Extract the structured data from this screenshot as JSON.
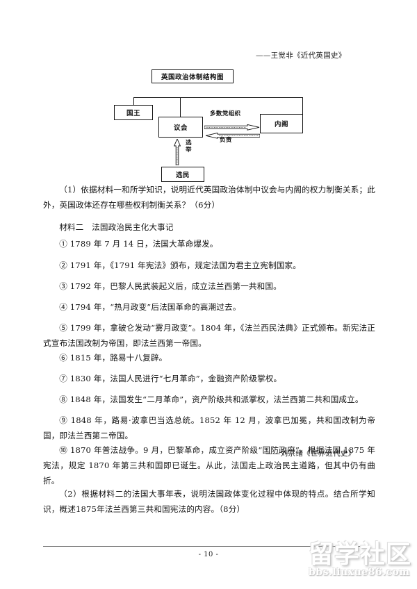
{
  "document": {
    "page_number": "- 10 -",
    "attribution_1": "——王觉非《近代英国史》",
    "attribution_2": "——刘宗绪《世界近代史》"
  },
  "diagram": {
    "title": "英国政治体制结构图",
    "nodes": {
      "king": "国王",
      "parliament": "议会",
      "cabinet": "内阁",
      "voters": "选民"
    },
    "edge_labels": {
      "majority_party": "多数党组织",
      "responsible": "负责",
      "election": "选举"
    }
  },
  "questions": {
    "q1": "（1）依据材料一和所学知识，说明近代英国政治体制中议会与内阁的权力制衡关系；此外，英国政体还存在哪些权利制衡关系？（6分）",
    "q2": "（2）根据材料二的法国大事年表，说明法国政体变化过程中体现的特点。结合所学知识，概述1875年法兰西第三共和国宪法的内容。（8分）"
  },
  "material_two": {
    "heading": "材料二　法国政治民主化大事记",
    "events": [
      "① 1789 年 7 月 14 日，法国大革命爆发。",
      "② 1791 年，《1791 年宪法》颁布，规定法国为君主立宪制国家。",
      "③ 1792 年，巴黎人民武装起义后，成立法兰西第一共和国。",
      "④ 1794 年，“热月政变”后法国革命的高潮过去。",
      "⑤ 1799 年，拿破仑发动“雾月政变”。1804 年，《法兰西民法典》正式颁布。新宪法正式宣布法国改制为帝国，即法兰西第一帝国。",
      "⑥ 1815 年，路易十八复辟。",
      "⑦ 1830 年，法国人民进行“七月革命”，金融资产阶级掌权。",
      "⑧ 1848 年，法国发生“二月革命”，资产阶级共和派掌权，法兰西第二共和国成立。",
      "⑨ 1848 年，路易·波拿巴当选总统。1852 年 12 月，波拿巴加冕，共和国改制为帝国，即法兰西第二帝国。",
      "⑩ 1870 年普法战争。9 月，巴黎革命，成立资产阶级“国防政府”。根据法国 1875 年宪法，规定 1870 年第三共和国即已诞生。从此，法国走上政治民主道路，但其中仍有曲折。"
    ]
  },
  "watermark": {
    "cn": "留学社区",
    "url": "bbs.liuxue86.com"
  }
}
